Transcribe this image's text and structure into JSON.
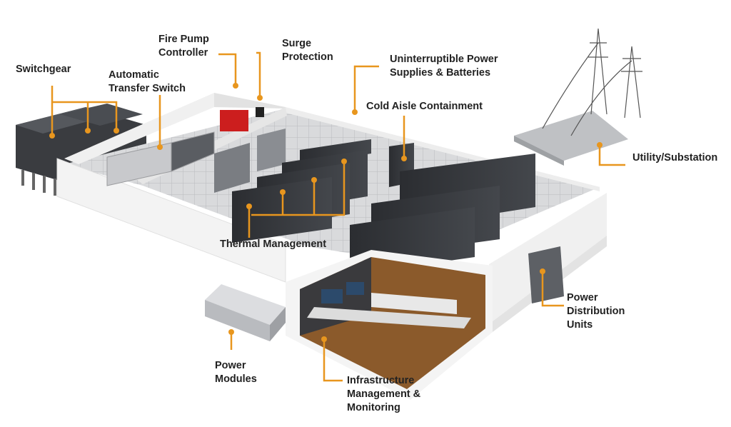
{
  "accent_color": "#E8961E",
  "labels": {
    "switchgear": [
      "Switchgear"
    ],
    "fire_pump": [
      "Fire Pump",
      "Controller"
    ],
    "surge": [
      "Surge",
      "Protection"
    ],
    "ups": [
      "Uninterruptible Power",
      "Supplies & Batteries"
    ],
    "ats": [
      "Automatic",
      "Transfer Switch"
    ],
    "cold_aisle": [
      "Cold Aisle Containment"
    ],
    "utility": [
      "Utility/Substation"
    ],
    "thermal": [
      "Thermal Management"
    ],
    "pdu": [
      "Power",
      "Distribution",
      "Units"
    ],
    "power_modules": [
      "Power",
      "Modules"
    ],
    "infrastructure": [
      "Infrastructure",
      "Management &",
      "Monitoring"
    ]
  }
}
